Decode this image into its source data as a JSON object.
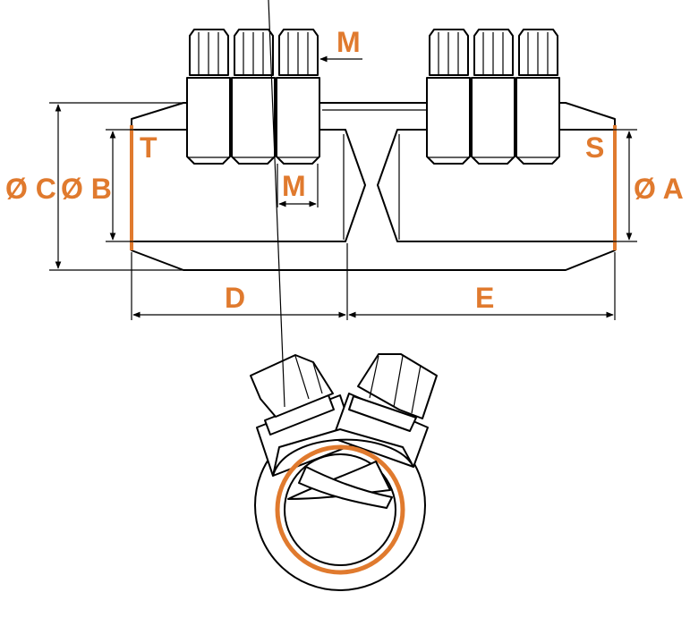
{
  "colors": {
    "accent": "#E07A2E",
    "line": "#000000",
    "background": "#ffffff"
  },
  "labels": {
    "m_top": "M",
    "m_inner": "M",
    "t": "T",
    "s": "S",
    "dia_c": "Ø C",
    "dia_b": "Ø B",
    "dia_a": "Ø A",
    "d": "D",
    "e": "E"
  }
}
